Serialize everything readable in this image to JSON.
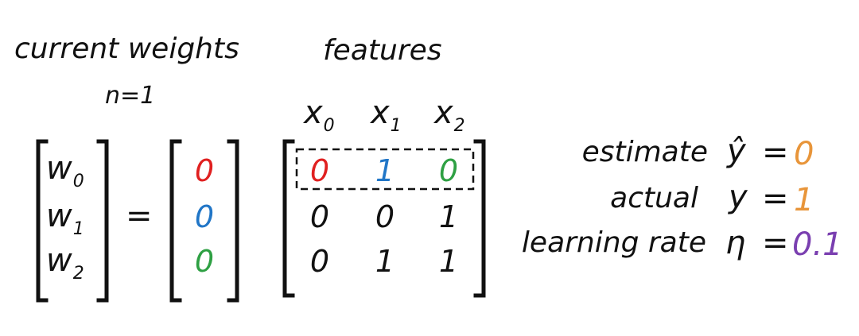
{
  "headers": {
    "weights_title": "current weights",
    "iteration": "n=1",
    "features_title": "features"
  },
  "weights": {
    "symbols": [
      {
        "base": "w",
        "index": "0"
      },
      {
        "base": "w",
        "index": "1"
      },
      {
        "base": "w",
        "index": "2"
      }
    ],
    "equals": "=",
    "values": [
      "0",
      "0",
      "0"
    ]
  },
  "features": {
    "columns": [
      {
        "base": "x",
        "index": "0"
      },
      {
        "base": "x",
        "index": "1"
      },
      {
        "base": "x",
        "index": "2"
      }
    ],
    "rows": [
      [
        "0",
        "1",
        "0"
      ],
      [
        "0",
        "0",
        "1"
      ],
      [
        "0",
        "1",
        "1"
      ]
    ]
  },
  "update_params": {
    "estimate": {
      "label": "estimate",
      "symbol": "ŷ",
      "equals": "=",
      "value": "0"
    },
    "actual": {
      "label": "actual",
      "symbol": "y",
      "equals": "=",
      "value": "1"
    },
    "learning_rate": {
      "label": "learning rate",
      "symbol": "η",
      "equals": "=",
      "value": "0.1"
    }
  },
  "colors": {
    "ink": "#111111",
    "red": "#e02020",
    "blue": "#2176c7",
    "green": "#2ea043",
    "orange": "#e8953a",
    "purple": "#7a3fb0"
  }
}
